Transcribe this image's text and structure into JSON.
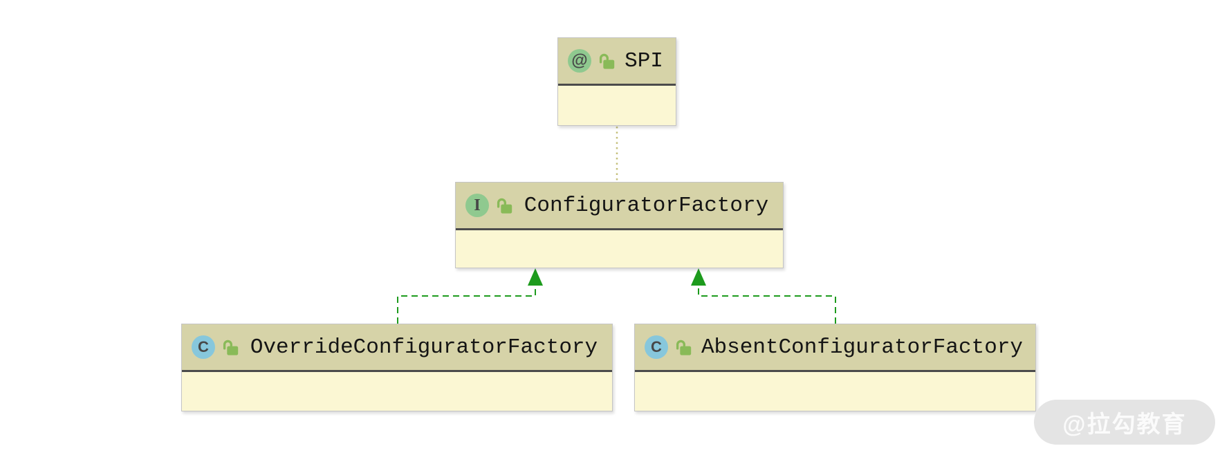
{
  "diagram": {
    "kind": "uml-class-diagram",
    "nodes": [
      {
        "id": "spi",
        "stereotype": "annotation",
        "badge": "@",
        "name": "SPI",
        "visibility": "public"
      },
      {
        "id": "configurator-factory",
        "stereotype": "interface",
        "badge": "I",
        "name": "ConfiguratorFactory",
        "visibility": "public"
      },
      {
        "id": "override-configurator-factory",
        "stereotype": "class",
        "badge": "C",
        "name": "OverrideConfiguratorFactory",
        "visibility": "public"
      },
      {
        "id": "absent-configurator-factory",
        "stereotype": "class",
        "badge": "C",
        "name": "AbsentConfiguratorFactory",
        "visibility": "public"
      }
    ],
    "edges": [
      {
        "from": "ConfiguratorFactory",
        "to": "SPI",
        "type": "annotated-with",
        "style": "dotted"
      },
      {
        "from": "OverrideConfiguratorFactory",
        "to": "ConfiguratorFactory",
        "type": "implements",
        "style": "dashed-arrow"
      },
      {
        "from": "AbsentConfiguratorFactory",
        "to": "ConfiguratorFactory",
        "type": "implements",
        "style": "dashed-arrow"
      }
    ],
    "watermark": "@拉勾教育",
    "colors": {
      "header_bg": "#d6d3a8",
      "body_bg": "#fbf7d3",
      "node_border": "#c4c4c4",
      "separator": "#4b4b4b",
      "annotation_badge": "#8fc98f",
      "interface_badge": "#8fc98f",
      "class_badge": "#87c7dc",
      "lock_green": "#89ba58",
      "edge_green": "#1d9b1d",
      "annotation_edge": "#c6c07c",
      "watermark_bg": "#e4e4e4",
      "watermark_text": "#fbfbfb"
    }
  }
}
